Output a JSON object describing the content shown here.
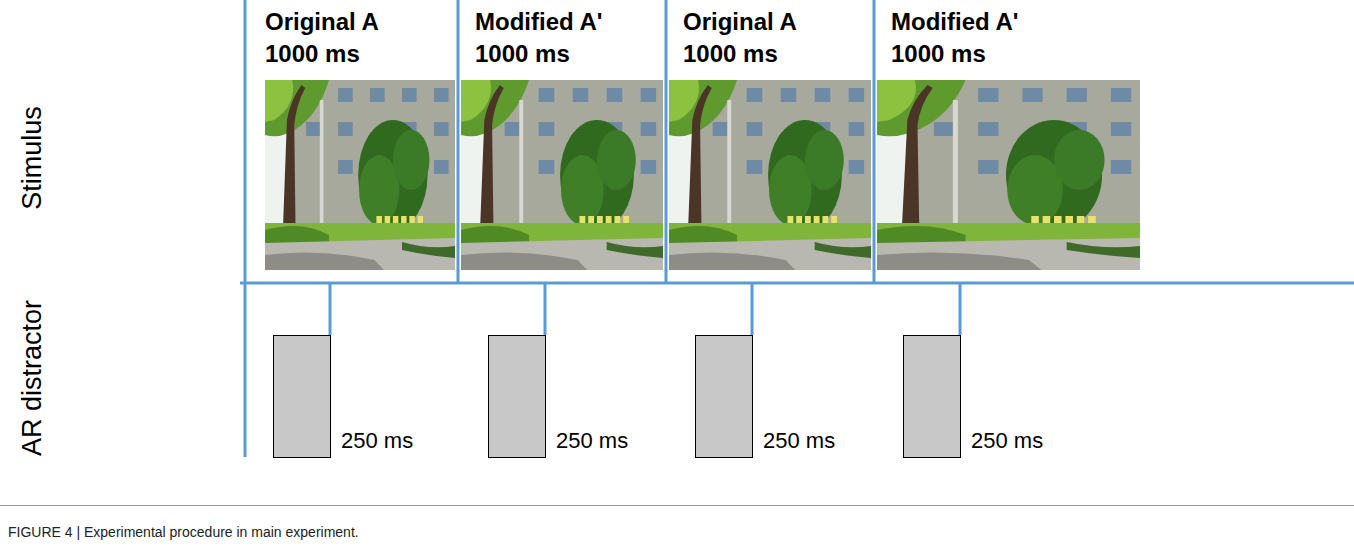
{
  "diagram": {
    "caption": "FIGURE 4 | Experimental procedure in main experiment.",
    "labels": [
      "Stimulus",
      "AR distractor",
      "Original A",
      "1000 ms",
      "Modified A'",
      "1000 ms",
      "Original A",
      "1000 ms",
      "Modified A'",
      "1000 ms",
      "250 ms",
      "250 ms",
      "250 ms",
      "250 ms"
    ]
  }
}
